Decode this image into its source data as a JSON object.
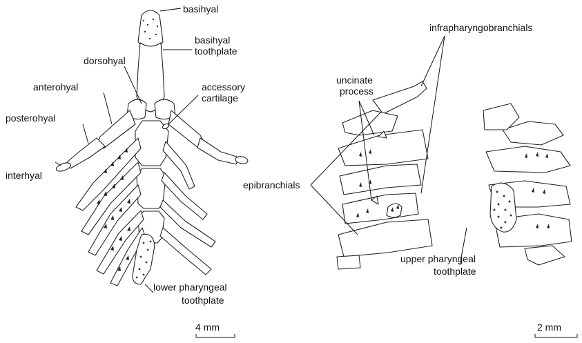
{
  "labels": {
    "basihyal": "basihyal",
    "basihyal_toothplate_1": "basihyal",
    "basihyal_toothplate_2": "toothplate",
    "dorsohyal": "dorsohyal",
    "anterohyal": "anterohyal",
    "posterohyal": "posterohyal",
    "interhyal": "interhyal",
    "accessory_cartilage_1": "accessory",
    "accessory_cartilage_2": "cartilage",
    "lower_pharyngeal_1": "lower pharyngeal",
    "lower_pharyngeal_2": "toothplate",
    "uncinate_1": "uncinate",
    "uncinate_2": "process",
    "infrapharyngobranchials": "infrapharyngobranchials",
    "epibranchials": "epibranchials",
    "upper_pharyngeal_1": "upper pharyngeal",
    "upper_pharyngeal_2": "toothplate"
  },
  "scale_bars": {
    "left": "4 mm",
    "right": "2 mm"
  }
}
